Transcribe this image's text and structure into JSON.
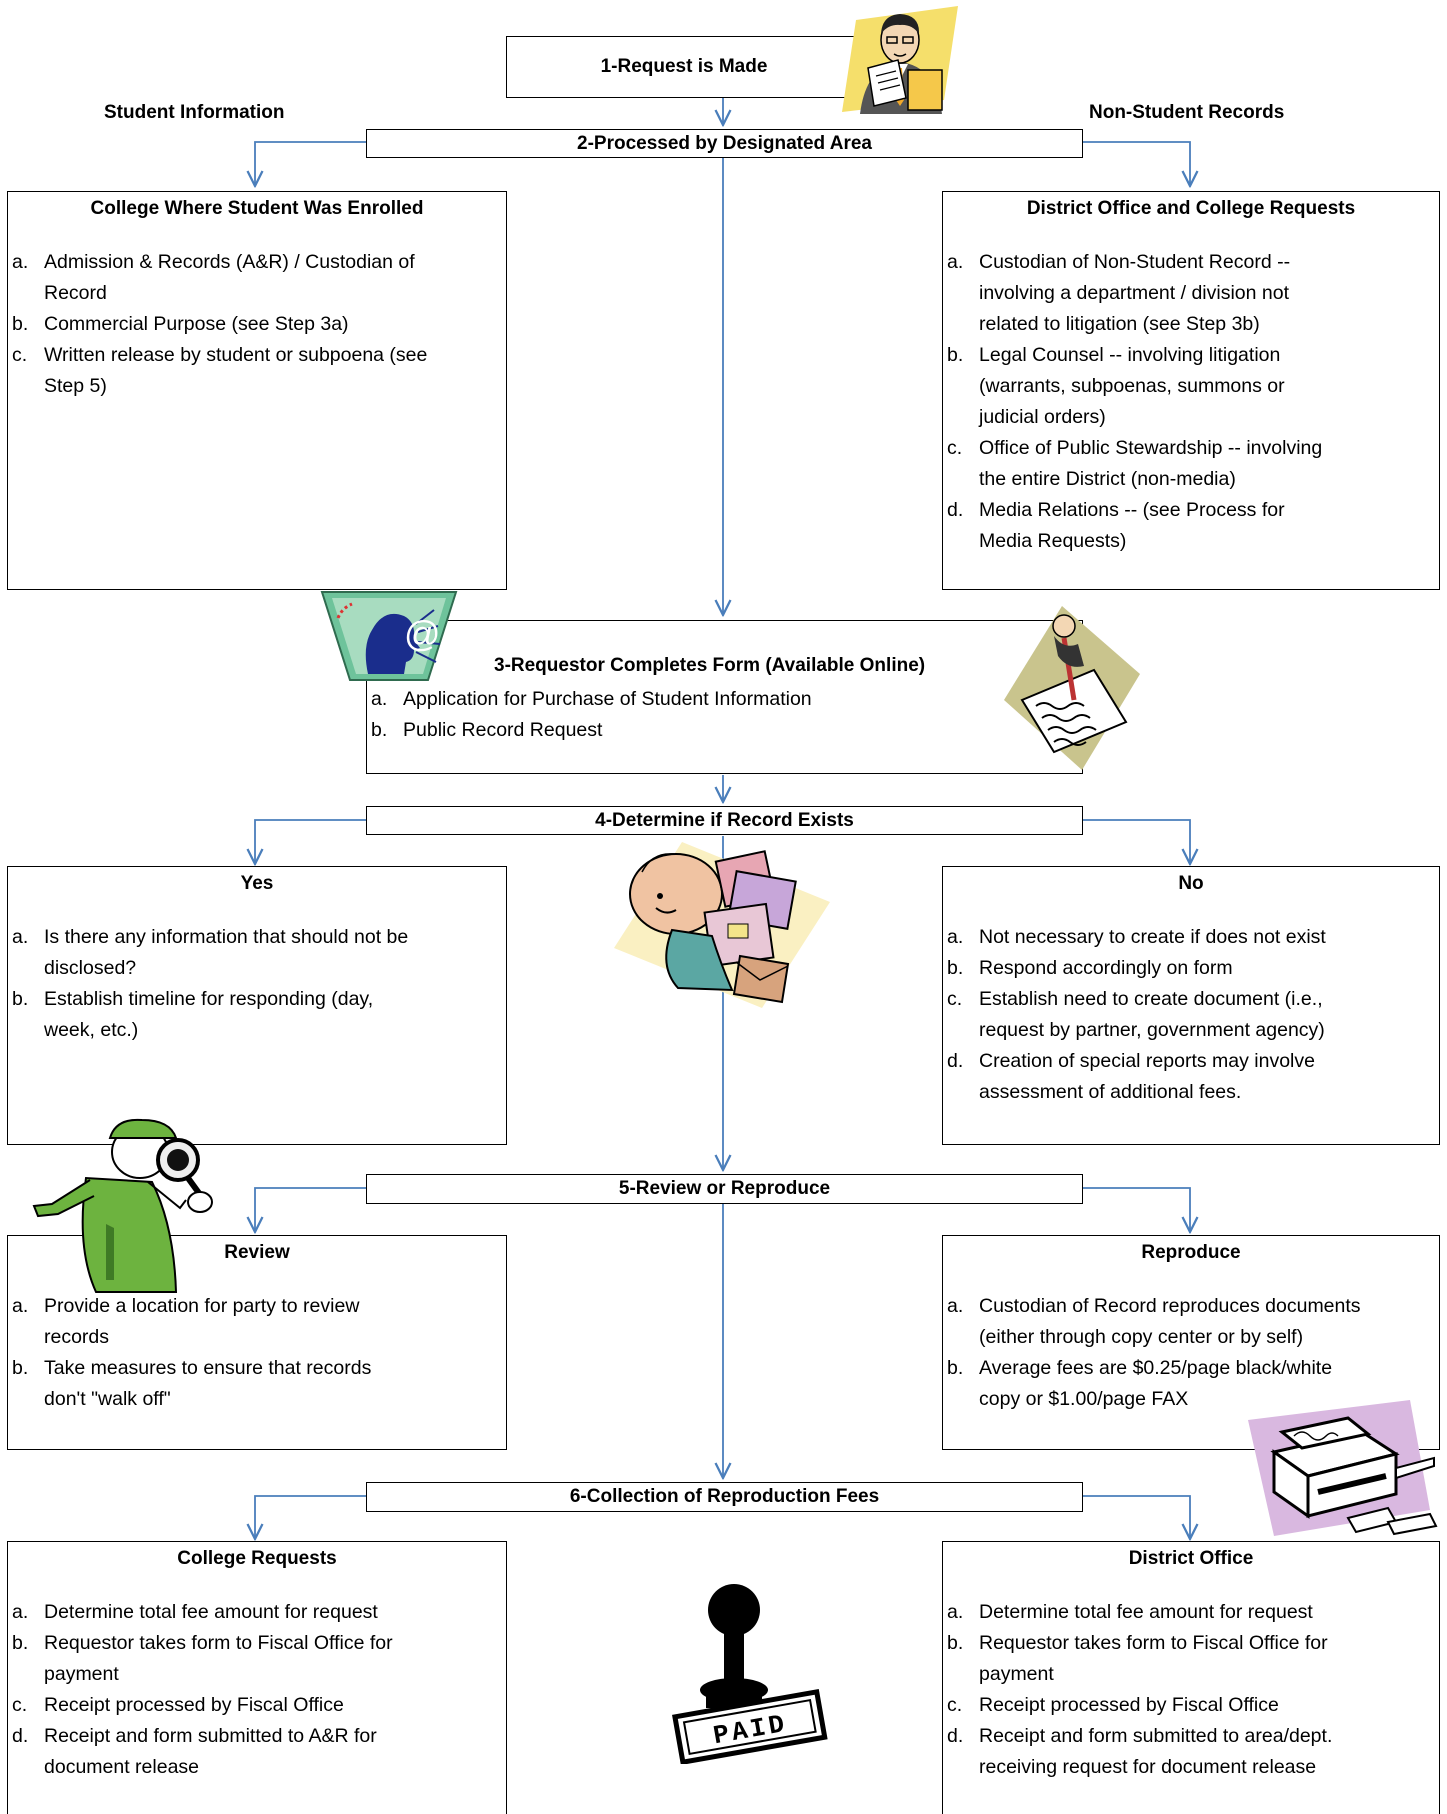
{
  "labels": {
    "student_information": "Student Information",
    "non_student_records": "Non-Student Records"
  },
  "steps": {
    "s1": "1-Request is Made",
    "s2": "2-Processed by Designated Area",
    "s3": "3-Requestor Completes Form (Available Online)",
    "s4": "4-Determine if Record Exists",
    "s5": "5-Review or Reproduce",
    "s6": "6-Collection of Reproduction Fees"
  },
  "panels": {
    "college_enrolled": {
      "title": "College Where Student Was Enrolled",
      "items": [
        {
          "letter": "a.",
          "text": "Admission & Records (A&R) / Custodian of Record"
        },
        {
          "letter": "b.",
          "text": "Commercial Purpose (see Step 3a)"
        },
        {
          "letter": "c.",
          "text": "Written release by student or subpoena (see Step 5)"
        }
      ]
    },
    "district_college": {
      "title": "District Office and College Requests",
      "items": [
        {
          "letter": "a.",
          "text": "Custodian of Non-Student Record -- involving a department / division not related to litigation (see Step 3b)"
        },
        {
          "letter": "b.",
          "text": "Legal Counsel -- involving litigation (warrants, subpoenas, summons or judicial orders)"
        },
        {
          "letter": "c.",
          "text": "Office of Public Stewardship -- involving the entire District (non-media)"
        },
        {
          "letter": "d.",
          "text": "Media Relations -- (see Process for Media Requests)"
        }
      ]
    },
    "form": {
      "items": [
        {
          "letter": "a.",
          "text": "Application for Purchase of Student Information"
        },
        {
          "letter": "b.",
          "text": "Public Record Request"
        }
      ]
    },
    "yes": {
      "title": "Yes",
      "items": [
        {
          "letter": "a.",
          "text": "Is there any information that should not be disclosed?"
        },
        {
          "letter": "b.",
          "text": "Establish timeline for responding (day, week, etc.)"
        }
      ]
    },
    "no": {
      "title": "No",
      "items": [
        {
          "letter": "a.",
          "text": "Not necessary to create if does not exist"
        },
        {
          "letter": "b.",
          "text": "Respond accordingly on form"
        },
        {
          "letter": "c.",
          "text": "Establish need to create document (i.e., request by partner, government agency)"
        },
        {
          "letter": "d.",
          "text": "Creation of special reports may involve assessment of additional fees."
        }
      ]
    },
    "review": {
      "title": "Review",
      "items": [
        {
          "letter": "a.",
          "text": "Provide a location for party to review records"
        },
        {
          "letter": "b.",
          "text": "Take measures to ensure that records don't \"walk off\""
        }
      ]
    },
    "reproduce": {
      "title": "Reproduce",
      "items": [
        {
          "letter": "a.",
          "text": "Custodian of Record reproduces documents (either through copy center or by self)"
        },
        {
          "letter": "b.",
          "text": "Average fees are $0.25/page black/white copy or $1.00/page FAX"
        }
      ]
    },
    "college_requests": {
      "title": "College Requests",
      "items": [
        {
          "letter": "a.",
          "text": "Determine total fee amount for request"
        },
        {
          "letter": "b.",
          "text": "Requestor takes form to Fiscal Office for payment"
        },
        {
          "letter": "c.",
          "text": "Receipt processed by Fiscal Office"
        },
        {
          "letter": "d.",
          "text": "Receipt and form submitted to A&R for document release"
        }
      ]
    },
    "district_office": {
      "title": "District Office",
      "items": [
        {
          "letter": "a.",
          "text": "Determine total fee amount for request"
        },
        {
          "letter": "b.",
          "text": "Requestor takes form to Fiscal Office for payment"
        },
        {
          "letter": "c.",
          "text": "Receipt processed by Fiscal Office"
        },
        {
          "letter": "d.",
          "text": "Receipt and form submitted to area/dept. receiving request for document release"
        }
      ]
    }
  },
  "stamp_text": "PAID",
  "colors": {
    "arrow": "#4a7ebb",
    "border": "#000000",
    "clipart_yellow": "#f5df6b",
    "clipart_green": "#6db33f",
    "clipart_khaki": "#c9c48d",
    "clipart_lilac": "#d9b8e0"
  },
  "icons": [
    "businessman-document-icon",
    "email-head-icon",
    "writing-hand-icon",
    "overloaded-person-icon",
    "detective-icon",
    "copier-icon",
    "paid-stamp-icon"
  ]
}
